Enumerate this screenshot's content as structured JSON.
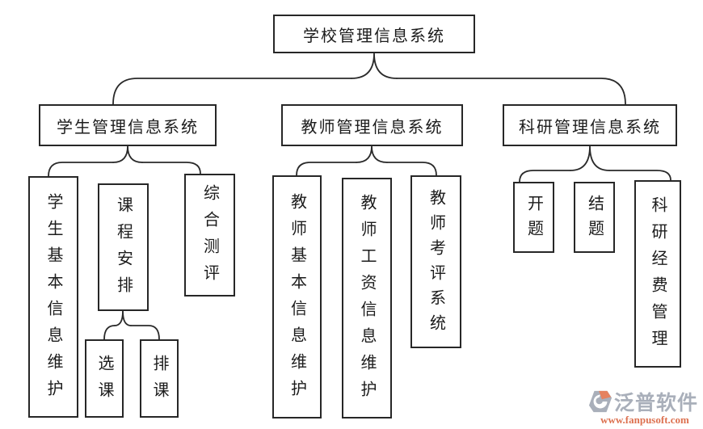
{
  "diagram_title": "学校管理信息系统",
  "colors": {
    "line": "#2a2a2a",
    "box_border": "#272727",
    "brand_gray": "#a9afba",
    "brand_orange": "#dd7150"
  },
  "tree": {
    "root": {
      "label": "学校管理信息系统"
    },
    "branches": [
      {
        "label": "学生管理信息系统",
        "children": [
          {
            "label": "学生基本信息维护"
          },
          {
            "label": "课程安排",
            "children": [
              {
                "label": "选课"
              },
              {
                "label": "排课"
              }
            ]
          },
          {
            "label": "综合测评"
          }
        ]
      },
      {
        "label": "教师管理信息系统",
        "children": [
          {
            "label": "教师基本信息维护"
          },
          {
            "label": "教师工资信息维护"
          },
          {
            "label": "教师考评系统"
          }
        ]
      },
      {
        "label": "科研管理信息系统",
        "children": [
          {
            "label": "开题"
          },
          {
            "label": "结题"
          },
          {
            "label": "科研经费管理"
          }
        ]
      }
    ]
  },
  "watermark": {
    "brand": "泛普软件",
    "url": "www.fanpusoft.com"
  }
}
